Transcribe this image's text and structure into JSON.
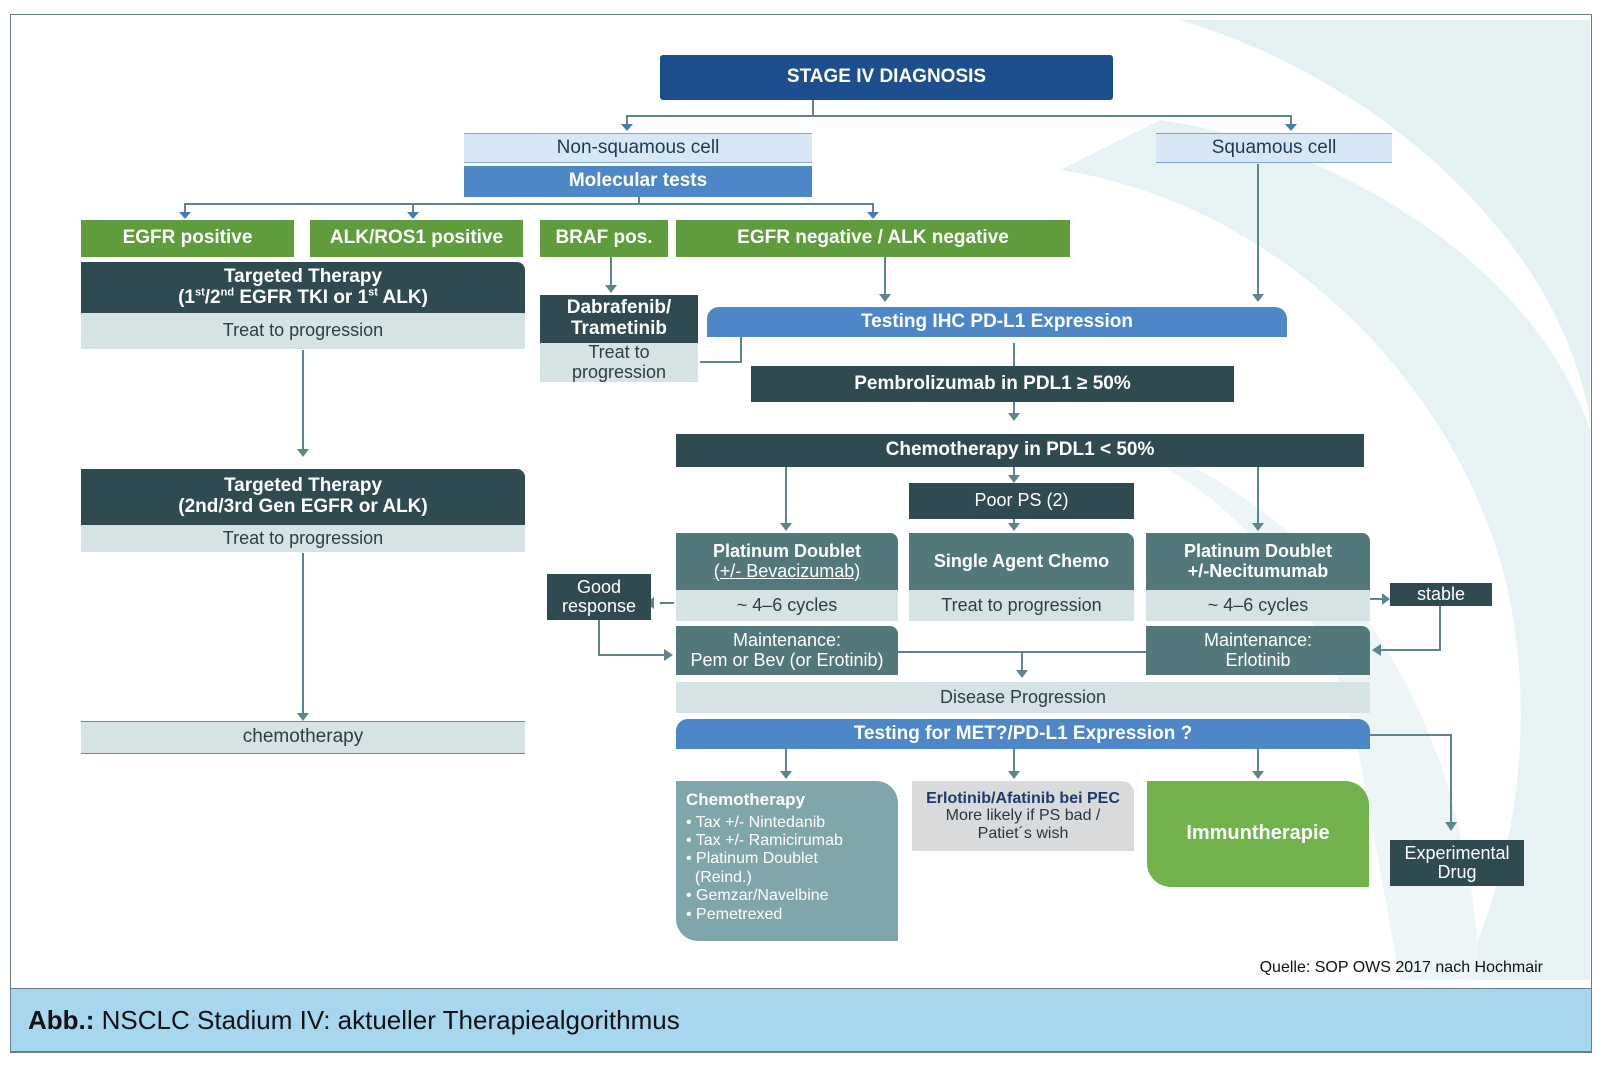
{
  "nodes": {
    "stage_iv_diagnosis": "STAGE IV DIAGNOSIS",
    "non_squamous": "Non-squamous cell",
    "squamous": "Squamous cell",
    "molecular_tests": "Molecular tests",
    "egfr_positive": "EGFR positive",
    "alk_ros1_positive": "ALK/ROS1 positive",
    "braf_pos": "BRAF pos.",
    "egfr_alk_negative": "EGFR negative / ALK negative",
    "targeted_therapy_1_title": "Targeted Therapy",
    "targeted_therapy_1_a": "(1",
    "targeted_therapy_1_sup1": "st",
    "targeted_therapy_1_b": "/2",
    "targeted_therapy_1_sup2": "nd",
    "targeted_therapy_1_c": " EGFR TKI or 1",
    "targeted_therapy_1_sup3": "st",
    "targeted_therapy_1_d": " ALK)",
    "treat_to_progression_1": "Treat to progression",
    "dabrafenib_trametinib": "Dabrafenib/\nTrametinib",
    "treat_to_progression_braf": "Treat to\nprogression",
    "testing_ihc_pdl1": "Testing IHC PD-L1 Expression",
    "pembrolizumab": "Pembrolizumab in PDL1 ≥ 50%",
    "chemo_pdl1_lt50": "Chemotherapy in PDL1 < 50%",
    "targeted_therapy_2": "Targeted Therapy\n(2nd/3rd Gen EGFR or ALK)",
    "treat_to_progression_2": "Treat to progression",
    "chemotherapy_left": "chemotherapy",
    "poor_ps": "Poor PS (2)",
    "platinum_doublet_bev_title": "Platinum Doublet",
    "platinum_doublet_bev_sub": "(+/- Bevacizumab)",
    "single_agent_chemo": "Single Agent Chemo",
    "platinum_doublet_neci": "Platinum Doublet\n+/-Necitumumab",
    "cycles_left": "~ 4–6 cycles",
    "treat_to_progression_single": "Treat to progression",
    "cycles_right": "~ 4–6 cycles",
    "good_response": "Good\nresponse",
    "stable": "stable",
    "maintenance_left": "Maintenance:\nPem or Bev (or Erotinib)",
    "maintenance_right": "Maintenance:\nErlotinib",
    "disease_progression": "Disease Progression",
    "testing_met_pdl1": "Testing for MET?/PD-L1 Expression ?",
    "chemo_list_title": "Chemotherapy",
    "chemo_list_items": [
      "• Tax +/- Nintedanib",
      "• Tax +/- Ramicirumab",
      "• Platinum Doublet",
      "  (Reind.)",
      "• Gemzar/Navelbine",
      "• Pemetrexed"
    ],
    "erlotinib_title": "Erlotinib/Afatinib bei PEC",
    "erlotinib_sub": "More likely if PS bad /\nPatiet´s wish",
    "immuntherapie": "Immuntherapie",
    "experimental_drug": "Experimental\nDrug"
  },
  "source": "Quelle: SOP OWS 2017 nach Hochmair",
  "caption": {
    "label": "Abb.:",
    "text": " NSCLC Stadium IV: aktueller Therapiealgorithmus"
  },
  "colors": {
    "navy": "#1d4f8f",
    "green": "#5e9c3c",
    "dark_slate": "#2f4a50",
    "teal": "#53787c",
    "pale": "#d5e3e5",
    "mid_blue": "#4e87c7",
    "light_blue": "#d8e7f6",
    "caption_bg": "#a6d7ef",
    "connector": "#5d858b"
  }
}
